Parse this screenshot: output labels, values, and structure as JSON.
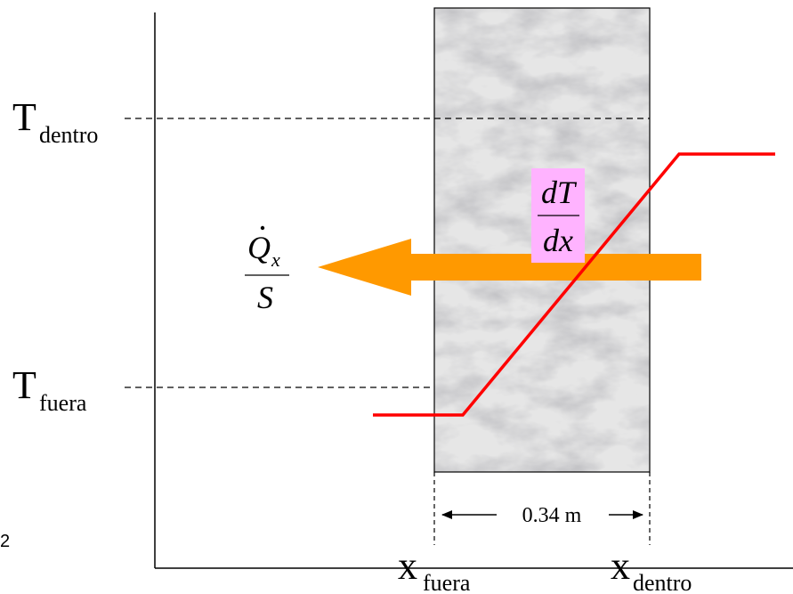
{
  "labels": {
    "t_inside_main": "T",
    "t_inside_sub": "dentro",
    "t_outside_main": "T",
    "t_outside_sub": "fuera",
    "x_outside_main": "x",
    "x_outside_sub": "fuera",
    "x_inside_main": "x",
    "x_inside_sub": "dentro",
    "thickness": "0.34 m",
    "edge_number": "2"
  },
  "heat_flux_label": {
    "numerator": "Q",
    "subscript": "x",
    "denominator": "S"
  },
  "gradient_label": {
    "numerator": "dT",
    "denominator": "dx"
  },
  "colors": {
    "temperature_profile": "#ff0000",
    "heat_arrow": "#ff9900",
    "gradient_box": "#ffb3ff",
    "wall_base": "#e6e6e6",
    "axis": "#000000"
  }
}
